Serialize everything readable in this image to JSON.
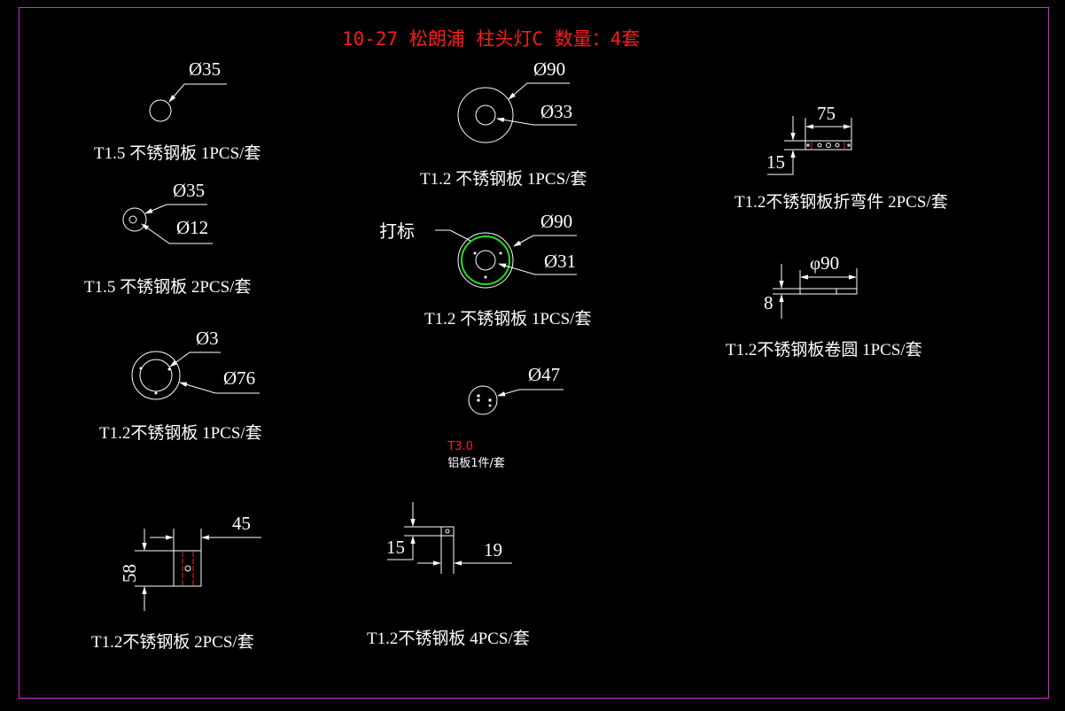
{
  "drawing": {
    "title": "10-27 松朗浦 柱头灯C 数量：4套",
    "colors": {
      "background": "#000000",
      "frame": "#e020e0",
      "title": "#ff1a1a",
      "lines": "#ffffff",
      "accent_red": "#ff2020",
      "marking_green": "#20e020"
    }
  },
  "parts": [
    {
      "id": "p1",
      "dims": [
        "Ø35"
      ],
      "caption": "T1.5 不锈钢板 1PCS/套"
    },
    {
      "id": "p2",
      "dims": [
        "Ø35",
        "Ø12"
      ],
      "caption": "T1.5 不锈钢板 2PCS/套"
    },
    {
      "id": "p3",
      "dims": [
        "Ø3",
        "Ø76"
      ],
      "caption": "T1.2不锈钢板 1PCS/套"
    },
    {
      "id": "p4",
      "dims": [
        "Ø90",
        "Ø33"
      ],
      "caption": "T1.2 不锈钢板 1PCS/套"
    },
    {
      "id": "p5",
      "label": "打标",
      "dims": [
        "Ø90",
        "Ø31"
      ],
      "caption": "T1.2 不锈钢板 1PCS/套"
    },
    {
      "id": "p6",
      "dims": [
        "Ø47"
      ],
      "caption_thickness": "T3.0",
      "caption": "铝板1件/套"
    },
    {
      "id": "p7",
      "dims": [
        "75",
        "15"
      ],
      "caption": "T1.2不锈钢板折弯件 2PCS/套"
    },
    {
      "id": "p8",
      "dims": [
        "φ90",
        "8"
      ],
      "caption": "T1.2不锈钢板卷圆 1PCS/套"
    },
    {
      "id": "p9",
      "dims": [
        "45",
        "58"
      ],
      "caption": "T1.2不锈钢板 2PCS/套"
    },
    {
      "id": "p10",
      "dims": [
        "15",
        "19"
      ],
      "caption": "T1.2不锈钢板 4PCS/套"
    }
  ]
}
